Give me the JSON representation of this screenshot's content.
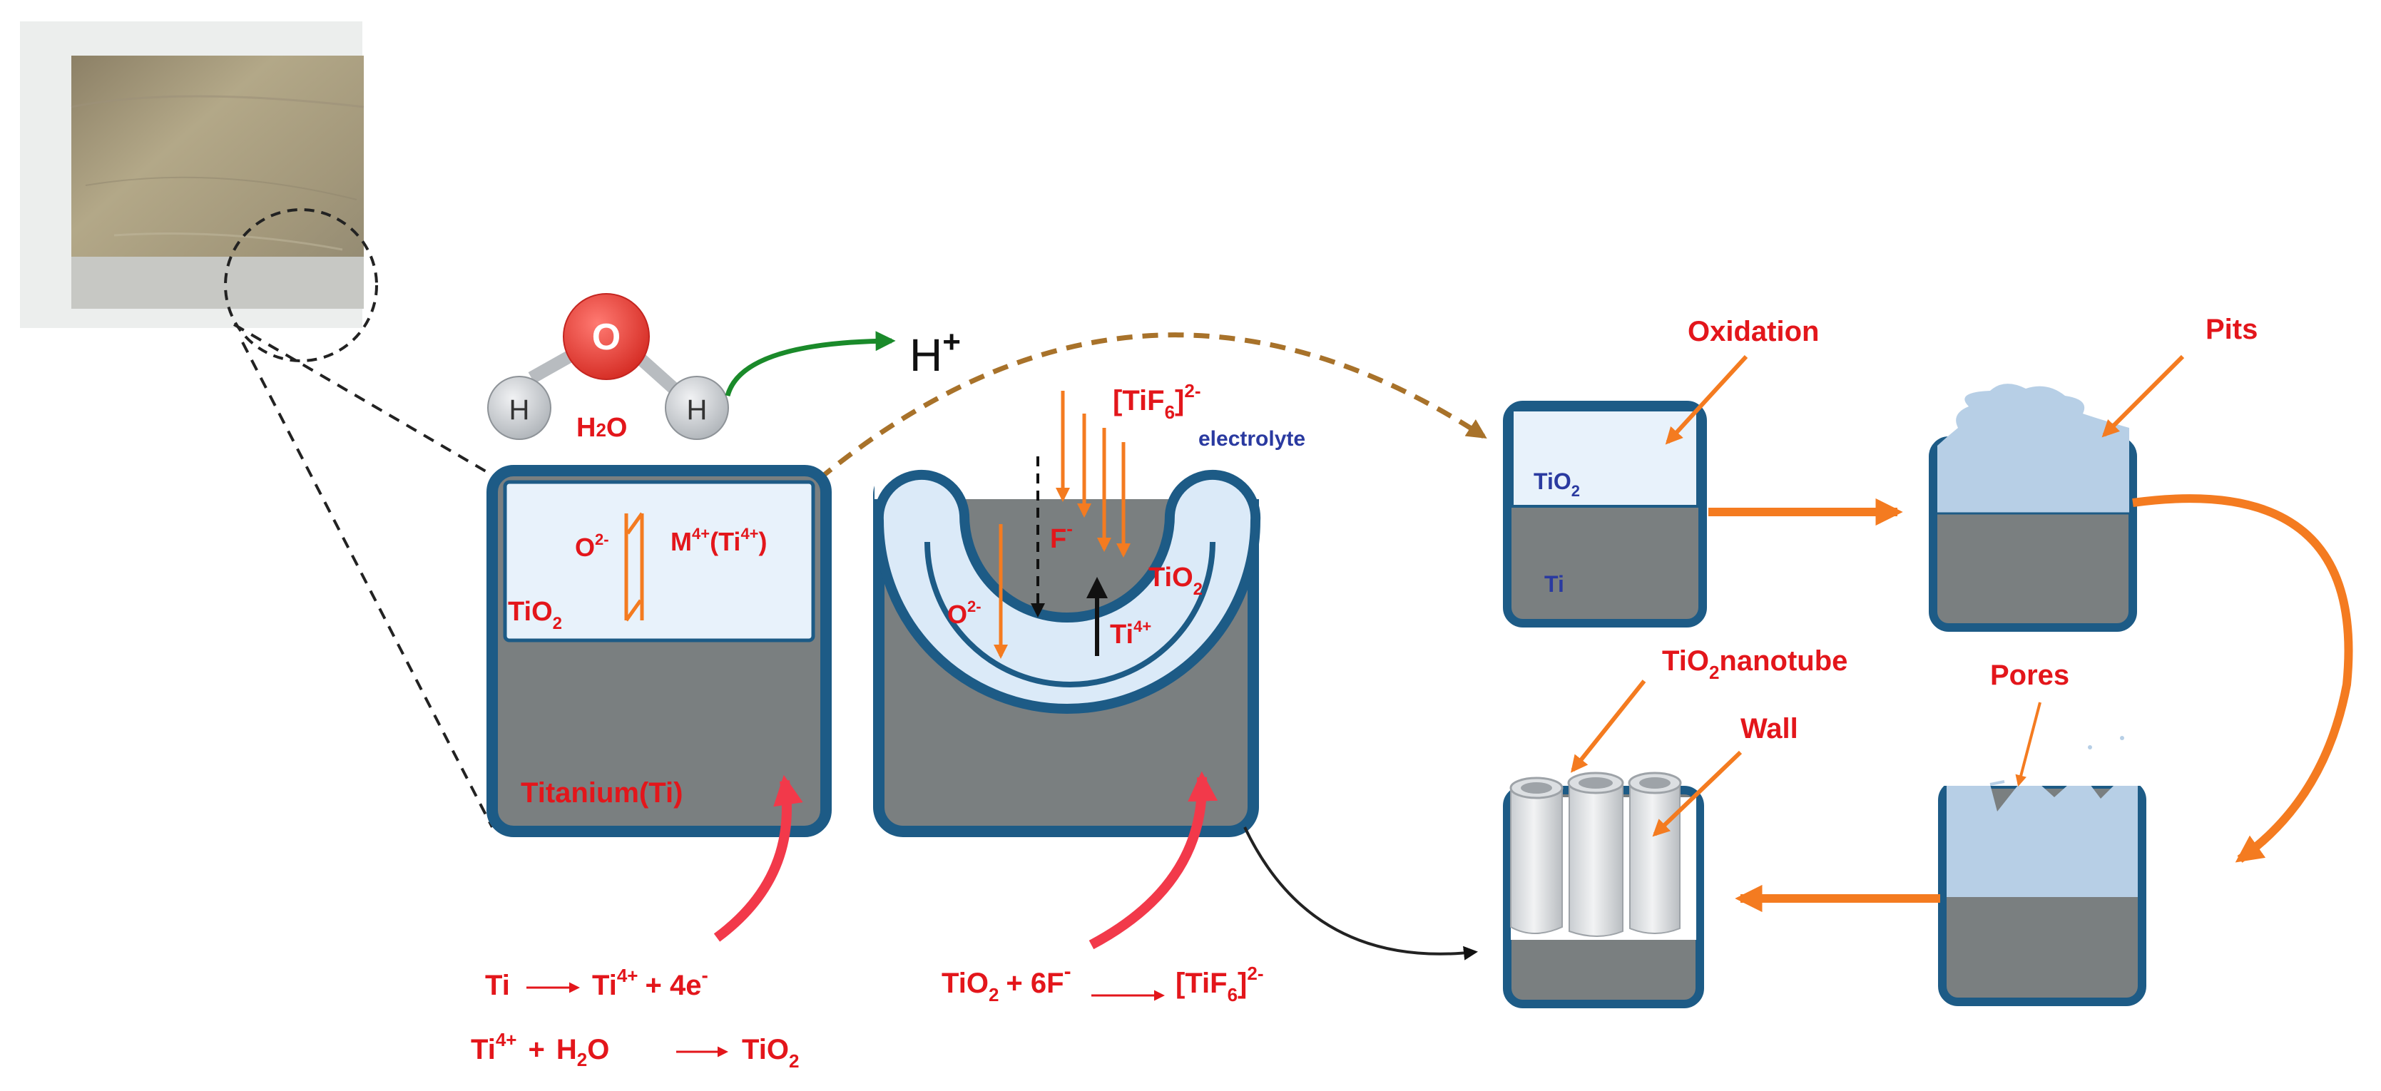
{
  "colors": {
    "cell_border": "#1d5b86",
    "metal": "#7a7f80",
    "oxide_light": "#e8f2fb",
    "pit_fill": "#b7cfe6",
    "orange": "#f47b20",
    "red_text": "#e3161b",
    "blue_text": "#2a3aa0",
    "water_red": "#e8403a",
    "h_gray": "#c8ccd0",
    "green_arrow": "#1a8a2a",
    "dash_brown": "#a8722a"
  },
  "icons": {
    "sample": "titanium-plate-photo",
    "molecule": "water-molecule-icon"
  },
  "molecule": {
    "o": "O",
    "h1": "H",
    "h2": "H",
    "name_main": "H",
    "name_sub": "2",
    "name_end": "O"
  },
  "proton": {
    "base": "H",
    "sup": "+"
  },
  "cell1": {
    "o2_base": "O",
    "o2_sup": "2-",
    "m_base": "M",
    "m_sup": "4+",
    "m_paren_open": "(Ti",
    "m_paren_sup": "4+",
    "m_paren_close": ")",
    "tio2_base": "TiO",
    "tio2_sub": "2",
    "titanium": "Titanium(Ti)"
  },
  "cell2": {
    "tif6_open": "[TiF",
    "tif6_sub": "6",
    "tif6_close": "]",
    "tif6_sup": "2-",
    "electrolyte": "electrolyte",
    "f_base": "F",
    "f_sup": "-",
    "o2_base": "O",
    "o2_sup": "2-",
    "tio2_base": "TiO",
    "tio2_sub": "2",
    "ti_base": "Ti",
    "ti_sup": "4+"
  },
  "equations": {
    "eq1_lhs": "Ti",
    "eq1_rhs_base": "Ti",
    "eq1_rhs_sup": "4+",
    "eq1_rhs_tail": "+ 4e",
    "eq1_rhs_tail_sup": "-",
    "eq2_a_base": "Ti",
    "eq2_a_sup": "4+",
    "eq2_plus": "+",
    "eq2_b_base": "H",
    "eq2_b_sub": "2",
    "eq2_b_end": "O",
    "eq2_rhs_base": "TiO",
    "eq2_rhs_sub": "2",
    "eq3_a_base": "TiO",
    "eq3_a_sub": "2",
    "eq3_plus": "+ 6F",
    "eq3_plus_sup": "-",
    "eq3_rhs_open": "[TiF",
    "eq3_rhs_sub": "6",
    "eq3_rhs_close": "]",
    "eq3_rhs_sup": "2-"
  },
  "stages": {
    "oxidation": "Oxidation",
    "pits": "Pits",
    "pores": "Pores",
    "nanotube_base": "TiO",
    "nanotube_sub": "2",
    "nanotube_end": "nanotube",
    "wall": "Wall",
    "small_tio2_base": "TiO",
    "small_tio2_sub": "2",
    "small_ti": "Ti"
  }
}
